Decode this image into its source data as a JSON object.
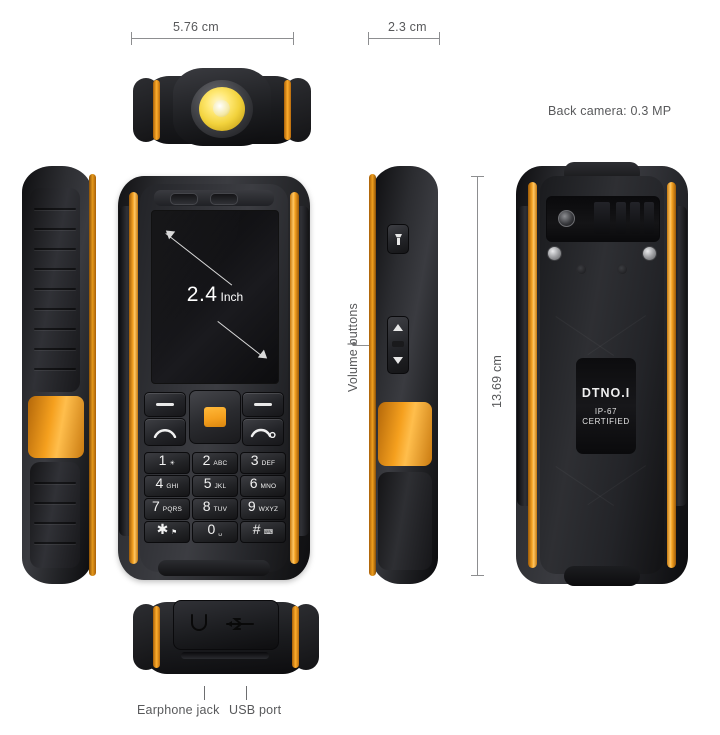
{
  "background_color": "#ffffff",
  "accent_color": "#f5a01e",
  "text_color": "#58595b",
  "dimensions": {
    "width_label": "5.76 cm",
    "depth_label": "2.3 cm",
    "height_label": "13.69 cm"
  },
  "annotations": {
    "back_camera": "Back camera: 0.3 MP",
    "volume_buttons": "Volume buttons",
    "earphone_jack": "Earphone jack",
    "usb_port": "USB port"
  },
  "front_view": {
    "screen_size_number": "2.4",
    "screen_size_unit": "Inch",
    "keypad": [
      {
        "digit": "1",
        "sub": "☀"
      },
      {
        "digit": "2",
        "sub": "ABC"
      },
      {
        "digit": "3",
        "sub": "DEF"
      },
      {
        "digit": "4",
        "sub": "GHI"
      },
      {
        "digit": "5",
        "sub": "JKL"
      },
      {
        "digit": "6",
        "sub": "MNO"
      },
      {
        "digit": "7",
        "sub": "PQRS"
      },
      {
        "digit": "8",
        "sub": "TUV"
      },
      {
        "digit": "9",
        "sub": "WXYZ"
      },
      {
        "digit": "✱",
        "sub": "⚑"
      },
      {
        "digit": "0",
        "sub": "␣"
      },
      {
        "digit": "#",
        "sub": "⌨"
      }
    ]
  },
  "back_view": {
    "brand": "DTNO.I",
    "certification_line1": "IP-67",
    "certification_line2": "CERTIFIED"
  },
  "bottom_view": {
    "earphone_icon": "earphone-jack-icon",
    "usb_icon": "usb-port-icon"
  },
  "icons": {
    "flashlight": "flashlight-icon",
    "volume_up": "volume-up-icon",
    "volume_down": "volume-down-icon",
    "call": "call-icon",
    "end_call": "end-call-icon",
    "camera_lens": "camera-lens-icon"
  }
}
